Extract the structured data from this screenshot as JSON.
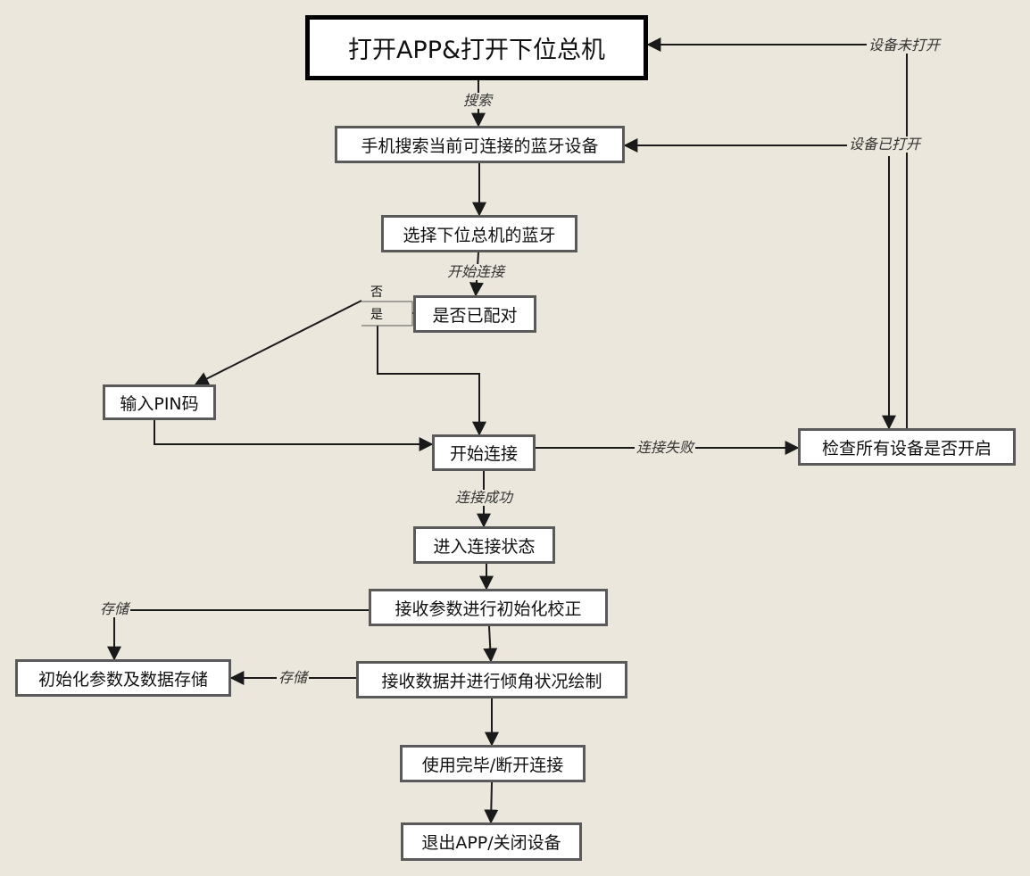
{
  "nodes": {
    "start": "打开APP&打开下位总机",
    "search": "手机搜索当前可连接的蓝牙设备",
    "select": "选择下位总机的蓝牙",
    "paired": "是否已配对",
    "pin": "输入PIN码",
    "connect": "开始连接",
    "check": "检查所有设备是否开启",
    "connected": "进入连接状态",
    "calibrate": "接收参数进行初始化校正",
    "store": "初始化参数及数据存储",
    "draw": "接收数据并进行倾角状况绘制",
    "disconnect": "使用完毕/断开连接",
    "exit": "退出APP/关闭设备"
  },
  "edge_labels": {
    "search": "搜索",
    "start_connect": "开始连接",
    "connect_success": "连接成功",
    "connect_fail": "连接失败",
    "devices_not_on": "设备未打开",
    "devices_on": "设备已打开",
    "store_1": "存储",
    "store_2": "存储"
  },
  "decision": {
    "no": "否",
    "yes": "是"
  },
  "colors": {
    "background": "#ebe7dc",
    "box_fill": "#ffffff",
    "box_border": "#5a5a5a",
    "line": "#1a1a1a"
  }
}
